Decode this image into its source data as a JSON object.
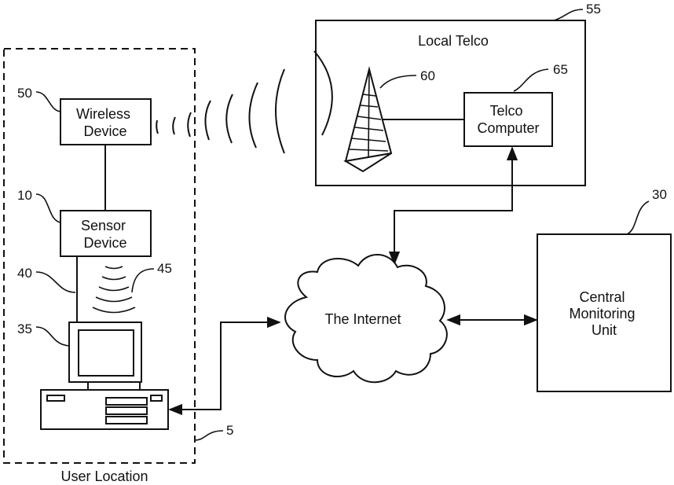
{
  "diagram": {
    "user_location": {
      "label": "User Location",
      "ref": "5"
    },
    "wireless_device": {
      "label_lines": [
        "Wireless",
        "Device"
      ],
      "ref": "50"
    },
    "sensor_device": {
      "label_lines": [
        "Sensor",
        "Device"
      ],
      "ref": "10"
    },
    "connection_ref": "40",
    "wireless_signal_ref": "45",
    "computer_ref": "35",
    "local_telco": {
      "label": "Local Telco",
      "ref": "55"
    },
    "tower_ref": "60",
    "telco_computer": {
      "label_lines": [
        "Telco",
        "Computer"
      ],
      "ref": "65"
    },
    "internet": {
      "label": "The Internet"
    },
    "central_monitoring": {
      "label_lines": [
        "Central",
        "Monitoring",
        "Unit"
      ],
      "ref": "30"
    }
  },
  "colors": {
    "ink": "#111111",
    "background": "#ffffff"
  }
}
